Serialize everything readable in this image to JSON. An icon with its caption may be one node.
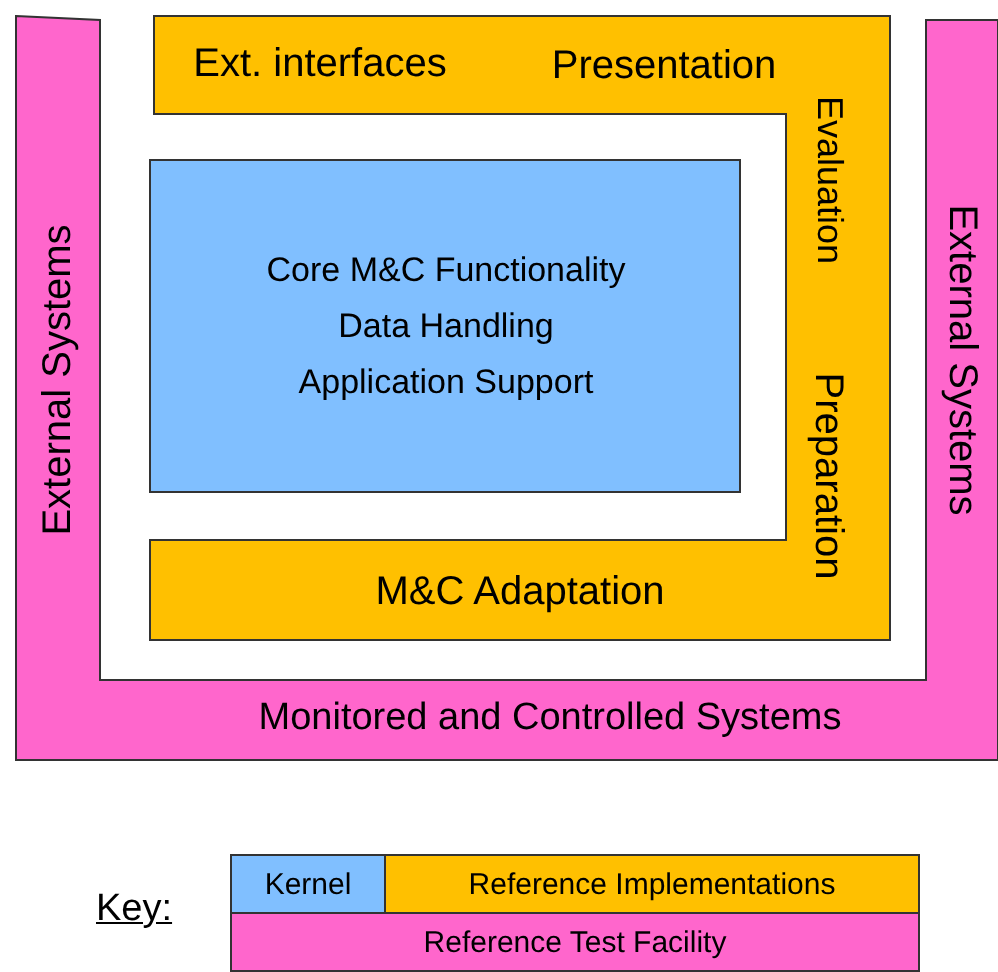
{
  "diagram": {
    "nodes": [
      {
        "text": [
          "External Systems",
          "External Systems",
          "Monitored and Controlled Systems"
        ]
      },
      {
        "text": [
          "Ext. interfaces",
          "Presentation",
          "Evaluation",
          "Preparation",
          "M&C Adaptation"
        ],
        "in": 0
      },
      {
        "text": [
          "Core M&C Functionality",
          "Data Handling",
          "Application Support"
        ],
        "in": 1
      }
    ],
    "edges": [],
    "labels": [
      "Key:"
    ],
    "legend": [
      {
        "text": "Kernel",
        "color": "#80bfff"
      },
      {
        "text": "Reference Implementations",
        "color": "#ffc000"
      },
      {
        "text": "Reference Test Facility",
        "color": "#ff66cc"
      }
    ]
  }
}
